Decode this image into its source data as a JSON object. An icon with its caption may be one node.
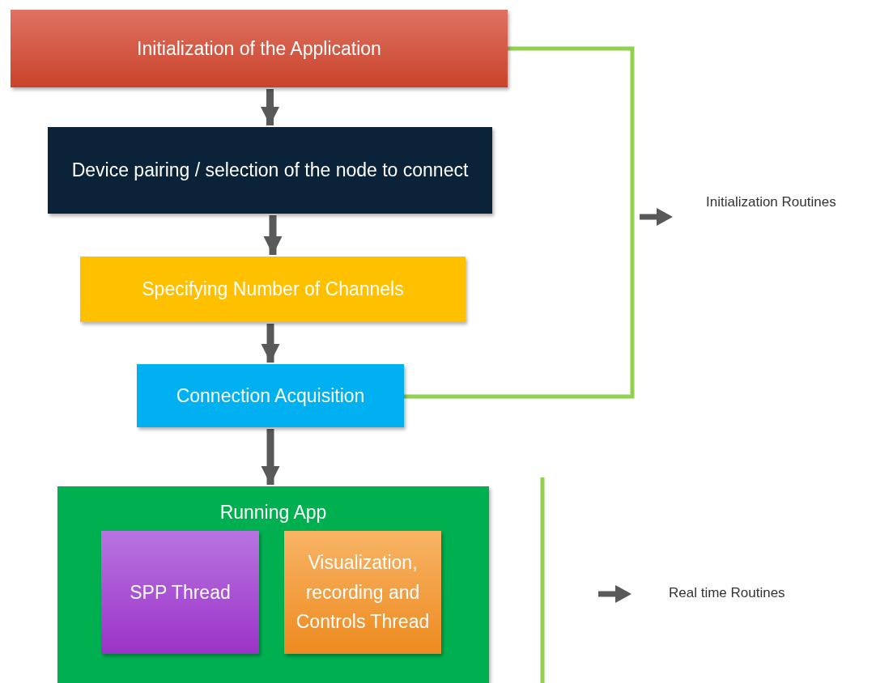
{
  "diagram": {
    "nodes": [
      {
        "text": [
          "Initialization of the Application"
        ]
      },
      {
        "text": [
          "Device pairing / selection of the node to connect"
        ]
      },
      {
        "text": [
          "Specifying Number of Channels"
        ]
      },
      {
        "text": [
          "Connection Acquisition"
        ]
      },
      {
        "text": [
          "Running App"
        ]
      },
      {
        "text": [
          "SPP Thread"
        ],
        "in": 4
      },
      {
        "text": [
          "Visualization, recording and Controls Thread"
        ],
        "in": 4
      }
    ],
    "edges": [
      {
        "from": 0,
        "to": 1,
        "arrow": "to"
      },
      {
        "from": 1,
        "to": 2,
        "arrow": "to"
      },
      {
        "from": 2,
        "to": 3,
        "arrow": "to"
      },
      {
        "from": 3,
        "to": 4,
        "arrow": "to"
      }
    ],
    "labels": [
      "Initialization Routines",
      "Real time Routines"
    ]
  }
}
